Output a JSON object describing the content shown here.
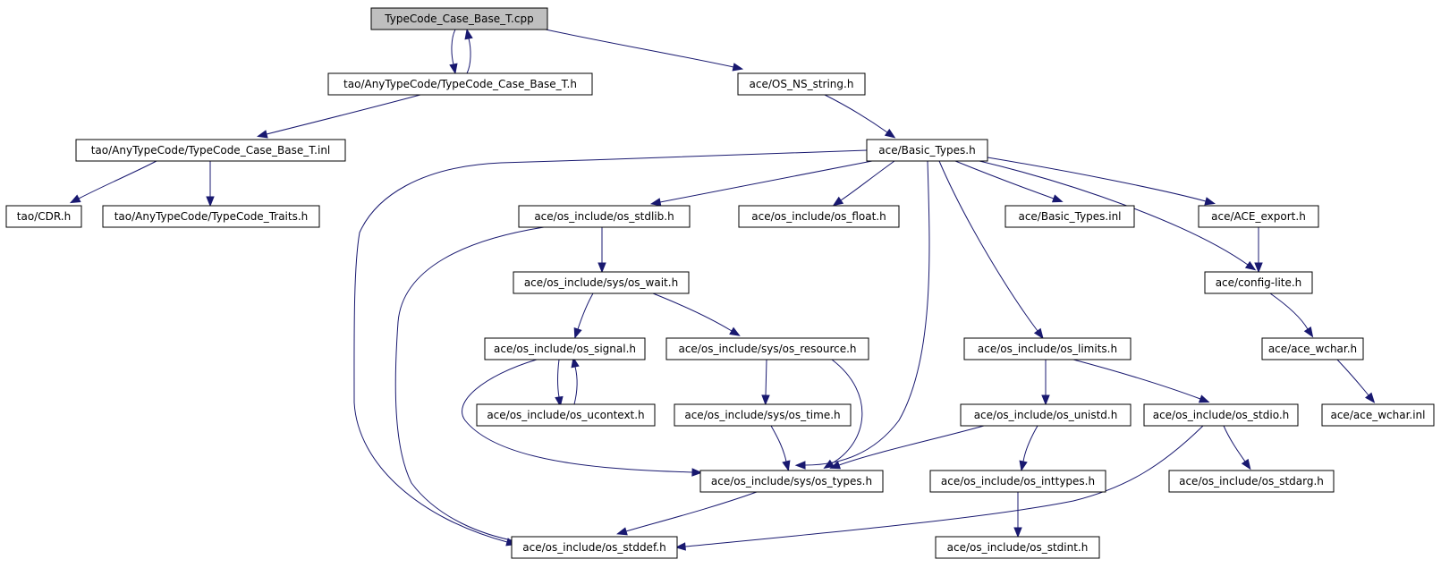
{
  "nodes": [
    {
      "id": "n_root",
      "label": "TypeCode_Case_Base_T.cpp",
      "root": true
    },
    {
      "id": "n_tcbh",
      "label": "tao/AnyTypeCode/TypeCode_Case_Base_T.h"
    },
    {
      "id": "n_osns",
      "label": "ace/OS_NS_string.h"
    },
    {
      "id": "n_tcbinl",
      "label": "tao/AnyTypeCode/TypeCode_Case_Base_T.inl"
    },
    {
      "id": "n_basic",
      "label": "ace/Basic_Types.h"
    },
    {
      "id": "n_cdr",
      "label": "tao/CDR.h"
    },
    {
      "id": "n_traits",
      "label": "tao/AnyTypeCode/TypeCode_Traits.h"
    },
    {
      "id": "n_stdlib",
      "label": "ace/os_include/os_stdlib.h"
    },
    {
      "id": "n_float",
      "label": "ace/os_include/os_float.h"
    },
    {
      "id": "n_binl",
      "label": "ace/Basic_Types.inl"
    },
    {
      "id": "n_export",
      "label": "ace/ACE_export.h"
    },
    {
      "id": "n_wait",
      "label": "ace/os_include/sys/os_wait.h"
    },
    {
      "id": "n_config",
      "label": "ace/config-lite.h"
    },
    {
      "id": "n_signal",
      "label": "ace/os_include/os_signal.h"
    },
    {
      "id": "n_resource",
      "label": "ace/os_include/sys/os_resource.h"
    },
    {
      "id": "n_limits",
      "label": "ace/os_include/os_limits.h"
    },
    {
      "id": "n_wchar",
      "label": "ace/ace_wchar.h"
    },
    {
      "id": "n_ucontext",
      "label": "ace/os_include/os_ucontext.h"
    },
    {
      "id": "n_time",
      "label": "ace/os_include/sys/os_time.h"
    },
    {
      "id": "n_unistd",
      "label": "ace/os_include/os_unistd.h"
    },
    {
      "id": "n_stdio",
      "label": "ace/os_include/os_stdio.h"
    },
    {
      "id": "n_wcharinl",
      "label": "ace/ace_wchar.inl"
    },
    {
      "id": "n_types",
      "label": "ace/os_include/sys/os_types.h"
    },
    {
      "id": "n_inttypes",
      "label": "ace/os_include/os_inttypes.h"
    },
    {
      "id": "n_stdarg",
      "label": "ace/os_include/os_stdarg.h"
    },
    {
      "id": "n_stddef",
      "label": "ace/os_include/os_stddef.h"
    },
    {
      "id": "n_stdint",
      "label": "ace/os_include/os_stdint.h"
    }
  ],
  "edges": [
    {
      "from": "n_root",
      "to": "n_tcbh"
    },
    {
      "from": "n_tcbh",
      "to": "n_root"
    },
    {
      "from": "n_root",
      "to": "n_osns"
    },
    {
      "from": "n_tcbh",
      "to": "n_tcbinl"
    },
    {
      "from": "n_osns",
      "to": "n_basic"
    },
    {
      "from": "n_tcbinl",
      "to": "n_cdr"
    },
    {
      "from": "n_tcbinl",
      "to": "n_traits"
    },
    {
      "from": "n_basic",
      "to": "n_stddef"
    },
    {
      "from": "n_basic",
      "to": "n_stdlib"
    },
    {
      "from": "n_basic",
      "to": "n_float"
    },
    {
      "from": "n_basic",
      "to": "n_types"
    },
    {
      "from": "n_basic",
      "to": "n_limits"
    },
    {
      "from": "n_basic",
      "to": "n_binl"
    },
    {
      "from": "n_basic",
      "to": "n_config"
    },
    {
      "from": "n_basic",
      "to": "n_export"
    },
    {
      "from": "n_stdlib",
      "to": "n_stddef"
    },
    {
      "from": "n_stdlib",
      "to": "n_wait"
    },
    {
      "from": "n_wait",
      "to": "n_signal"
    },
    {
      "from": "n_wait",
      "to": "n_resource"
    },
    {
      "from": "n_signal",
      "to": "n_ucontext"
    },
    {
      "from": "n_ucontext",
      "to": "n_signal"
    },
    {
      "from": "n_signal",
      "to": "n_types"
    },
    {
      "from": "n_resource",
      "to": "n_time"
    },
    {
      "from": "n_resource",
      "to": "n_types"
    },
    {
      "from": "n_time",
      "to": "n_types"
    },
    {
      "from": "n_types",
      "to": "n_stddef"
    },
    {
      "from": "n_limits",
      "to": "n_unistd"
    },
    {
      "from": "n_limits",
      "to": "n_stdio"
    },
    {
      "from": "n_unistd",
      "to": "n_types"
    },
    {
      "from": "n_unistd",
      "to": "n_inttypes"
    },
    {
      "from": "n_inttypes",
      "to": "n_stdint"
    },
    {
      "from": "n_stdio",
      "to": "n_stddef"
    },
    {
      "from": "n_stdio",
      "to": "n_stdarg"
    },
    {
      "from": "n_export",
      "to": "n_config"
    },
    {
      "from": "n_config",
      "to": "n_wchar"
    },
    {
      "from": "n_wchar",
      "to": "n_wcharinl"
    }
  ],
  "colors": {
    "edge": "#191970",
    "node_border": "#000000",
    "node_fill": "#ffffff",
    "root_fill": "#bfbfbf"
  }
}
